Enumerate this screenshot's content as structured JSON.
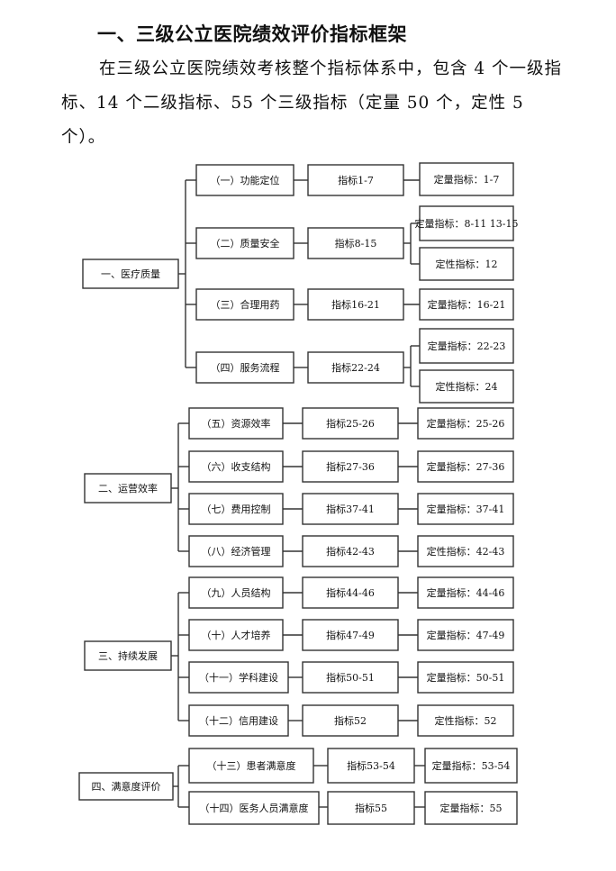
{
  "heading": "一、三级公立医院绩效评价指标框架",
  "intro": "在三级公立医院绩效考核整个指标体系中，包含 4 个一级指标、14 个二级指标、55 个三级指标（定量 50 个，定性 5 个）。",
  "tree": [
    {
      "label": "一、医疗质量",
      "children": [
        {
          "label": "（一）功能定位",
          "range": "指标1-7",
          "types": [
            "定量指标：1-7"
          ]
        },
        {
          "label": "（二）质量安全",
          "range": "指标8-15",
          "types": [
            "定量指标：8-11 13-15",
            "定性指标：12"
          ]
        },
        {
          "label": "（三）合理用药",
          "range": "指标16-21",
          "types": [
            "定量指标：16-21"
          ]
        },
        {
          "label": "（四）服务流程",
          "range": "指标22-24",
          "types": [
            "定量指标：22-23",
            "定性指标：24"
          ]
        }
      ]
    },
    {
      "label": "二、运营效率",
      "children": [
        {
          "label": "（五）资源效率",
          "range": "指标25-26",
          "types": [
            "定量指标：25-26"
          ]
        },
        {
          "label": "（六）收支结构",
          "range": "指标27-36",
          "types": [
            "定量指标：27-36"
          ]
        },
        {
          "label": "（七）费用控制",
          "range": "指标37-41",
          "types": [
            "定量指标：37-41"
          ]
        },
        {
          "label": "（八）经济管理",
          "range": "指标42-43",
          "types": [
            "定性指标：42-43"
          ]
        }
      ]
    },
    {
      "label": "三、持续发展",
      "children": [
        {
          "label": "（九）人员结构",
          "range": "指标44-46",
          "types": [
            "定量指标：44-46"
          ]
        },
        {
          "label": "（十）人才培养",
          "range": "指标47-49",
          "types": [
            "定量指标：47-49"
          ]
        },
        {
          "label": "（十一）学科建设",
          "range": "指标50-51",
          "types": [
            "定量指标：50-51"
          ]
        },
        {
          "label": "（十二）信用建设",
          "range": "指标52",
          "types": [
            "定性指标：52"
          ]
        }
      ]
    },
    {
      "label": "四、满意度评价",
      "children": [
        {
          "label": "（十三）患者满意度",
          "range": "指标53-54",
          "types": [
            "定量指标：53-54"
          ]
        },
        {
          "label": "（十四）医务人员满意度",
          "range": "指标55",
          "types": [
            "定量指标：55"
          ]
        }
      ]
    }
  ]
}
